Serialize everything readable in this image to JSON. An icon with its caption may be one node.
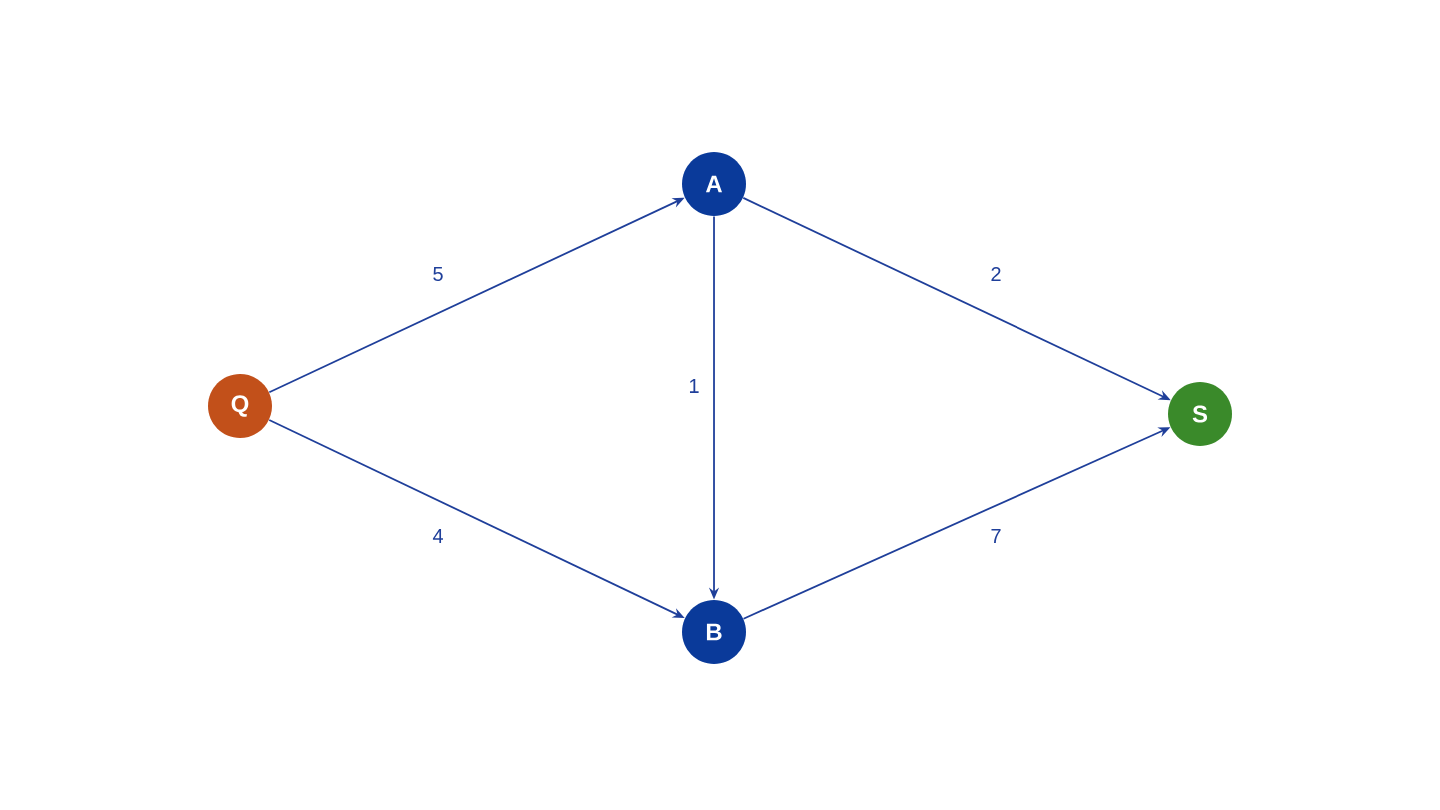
{
  "diagram": {
    "nodes": [
      {
        "text": [
          "Q"
        ]
      },
      {
        "text": [
          "A"
        ]
      },
      {
        "text": [
          "B"
        ]
      },
      {
        "text": [
          "S"
        ]
      }
    ],
    "edges": [
      {
        "from": 0,
        "to": 1,
        "arrow": "to",
        "label": "5"
      },
      {
        "from": 0,
        "to": 2,
        "arrow": "to",
        "label": "4"
      },
      {
        "from": 1,
        "to": 2,
        "arrow": "to",
        "label": "1"
      },
      {
        "from": 1,
        "to": 3,
        "arrow": "to",
        "label": "2"
      },
      {
        "from": 2,
        "to": 3,
        "arrow": "to",
        "label": "7"
      }
    ]
  }
}
